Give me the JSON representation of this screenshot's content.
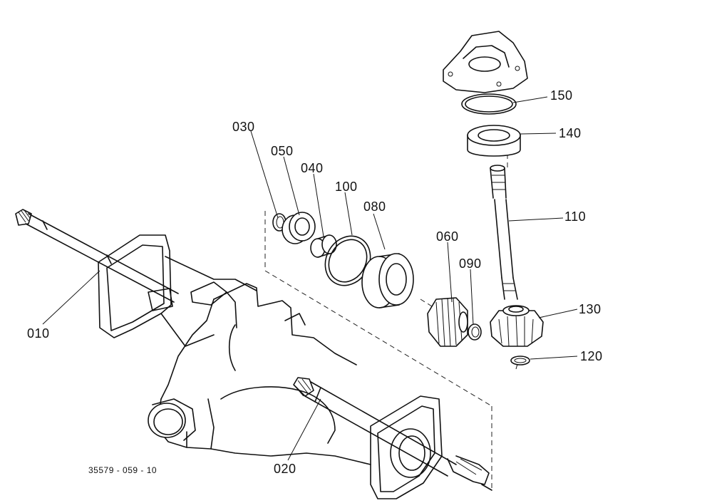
{
  "labels": {
    "p010": "010",
    "p020": "020",
    "p030": "030",
    "p040": "040",
    "p050": "050",
    "p060": "060",
    "p080": "080",
    "p090": "090",
    "p100": "100",
    "p110": "110",
    "p120": "120",
    "p130": "130",
    "p140": "140",
    "p150": "150"
  },
  "reference_code": "35579 - 059 - 10"
}
